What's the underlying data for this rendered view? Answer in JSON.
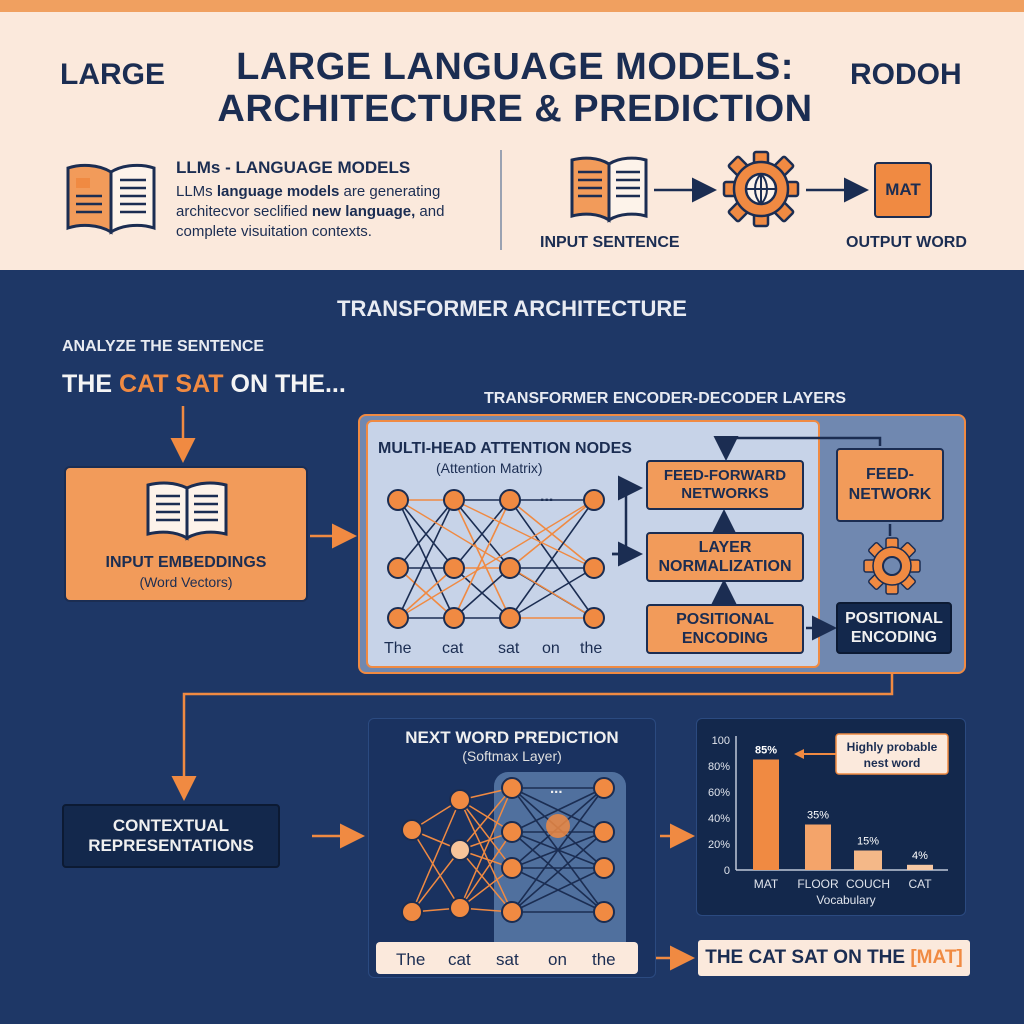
{
  "header": {
    "title_line1": "LARGE LANGUAGE MODELS:",
    "title_line2": "ARCHITECTURE & PREDICTION",
    "left_word": "LARGE",
    "right_word": "RODOH",
    "llm_title": "LLMs - LANGUAGE MODELS",
    "llm_desc_1": "LLMs ",
    "llm_desc_bold_1": "language models",
    "llm_desc_2": " are generating architecvor seclified ",
    "llm_desc_bold_2": "new language,",
    "llm_desc_3": " and complete visuitation contexts.",
    "input_label": "INPUT SENTENCE",
    "output_label": "OUTPUT WORD",
    "output_word": "MAT"
  },
  "architecture": {
    "section_title": "TRANSFORMER ARCHITECTURE",
    "analyze_label": "ANALYZE THE SENTENCE",
    "sentence_pre": "THE ",
    "sentence_hl": "CAT SAT",
    "sentence_post": " ON THE...",
    "encoder_title": "TRANSFORMER ENCODER-DECODER LAYERS",
    "mha_title": "MULTI-HEAD ATTENTION NODES",
    "mha_sub": "(Attention Matrix)",
    "ellipsis": "...",
    "tokens": [
      "The",
      "cat",
      "sat",
      "on",
      "the"
    ],
    "input_embeddings_title": "INPUT EMBEDDINGS",
    "input_embeddings_sub": "(Word Vectors)",
    "ffn_label": "FEED-FORWARD NETWORKS",
    "layer_norm_label": "LAYER NORMALIZATION",
    "pos_enc_label": "POSITIONAL ENCODING",
    "feed_network_label": "FEED-NETWORK",
    "pos_enc_dark_label": "POSITIONAL ENCODING"
  },
  "prediction": {
    "contextual_label": "CONTEXTUAL REPRESENTATIONS",
    "title": "NEXT WORD PREDICTION",
    "subtitle": "(Softmax Layer)",
    "ellipsis": "...",
    "tokens": [
      "The",
      "cat",
      "sat",
      "on",
      "the"
    ],
    "final_pre": "THE CAT SAT ON THE ",
    "final_hl": "[MAT]"
  },
  "colors": {
    "accent": "#f08a42",
    "navy": "#1e3766",
    "cream": "#fbe9dc",
    "dark": "#13284c"
  },
  "chart_data": {
    "type": "bar",
    "categories": [
      "MAT",
      "FLOOR",
      "COUCH",
      "CAT"
    ],
    "values": [
      85,
      35,
      15,
      4
    ],
    "data_labels": [
      "85%",
      "35%",
      "15%",
      "4%"
    ],
    "xlabel": "Vocabulary",
    "ylabel": "",
    "ylim": [
      0,
      100
    ],
    "y_ticks": [
      0,
      20,
      40,
      60,
      80,
      100
    ],
    "y_tick_labels": [
      "0",
      "20%",
      "40%",
      "60%",
      "80%",
      "100"
    ],
    "annotation": "Highly probable nest word"
  }
}
